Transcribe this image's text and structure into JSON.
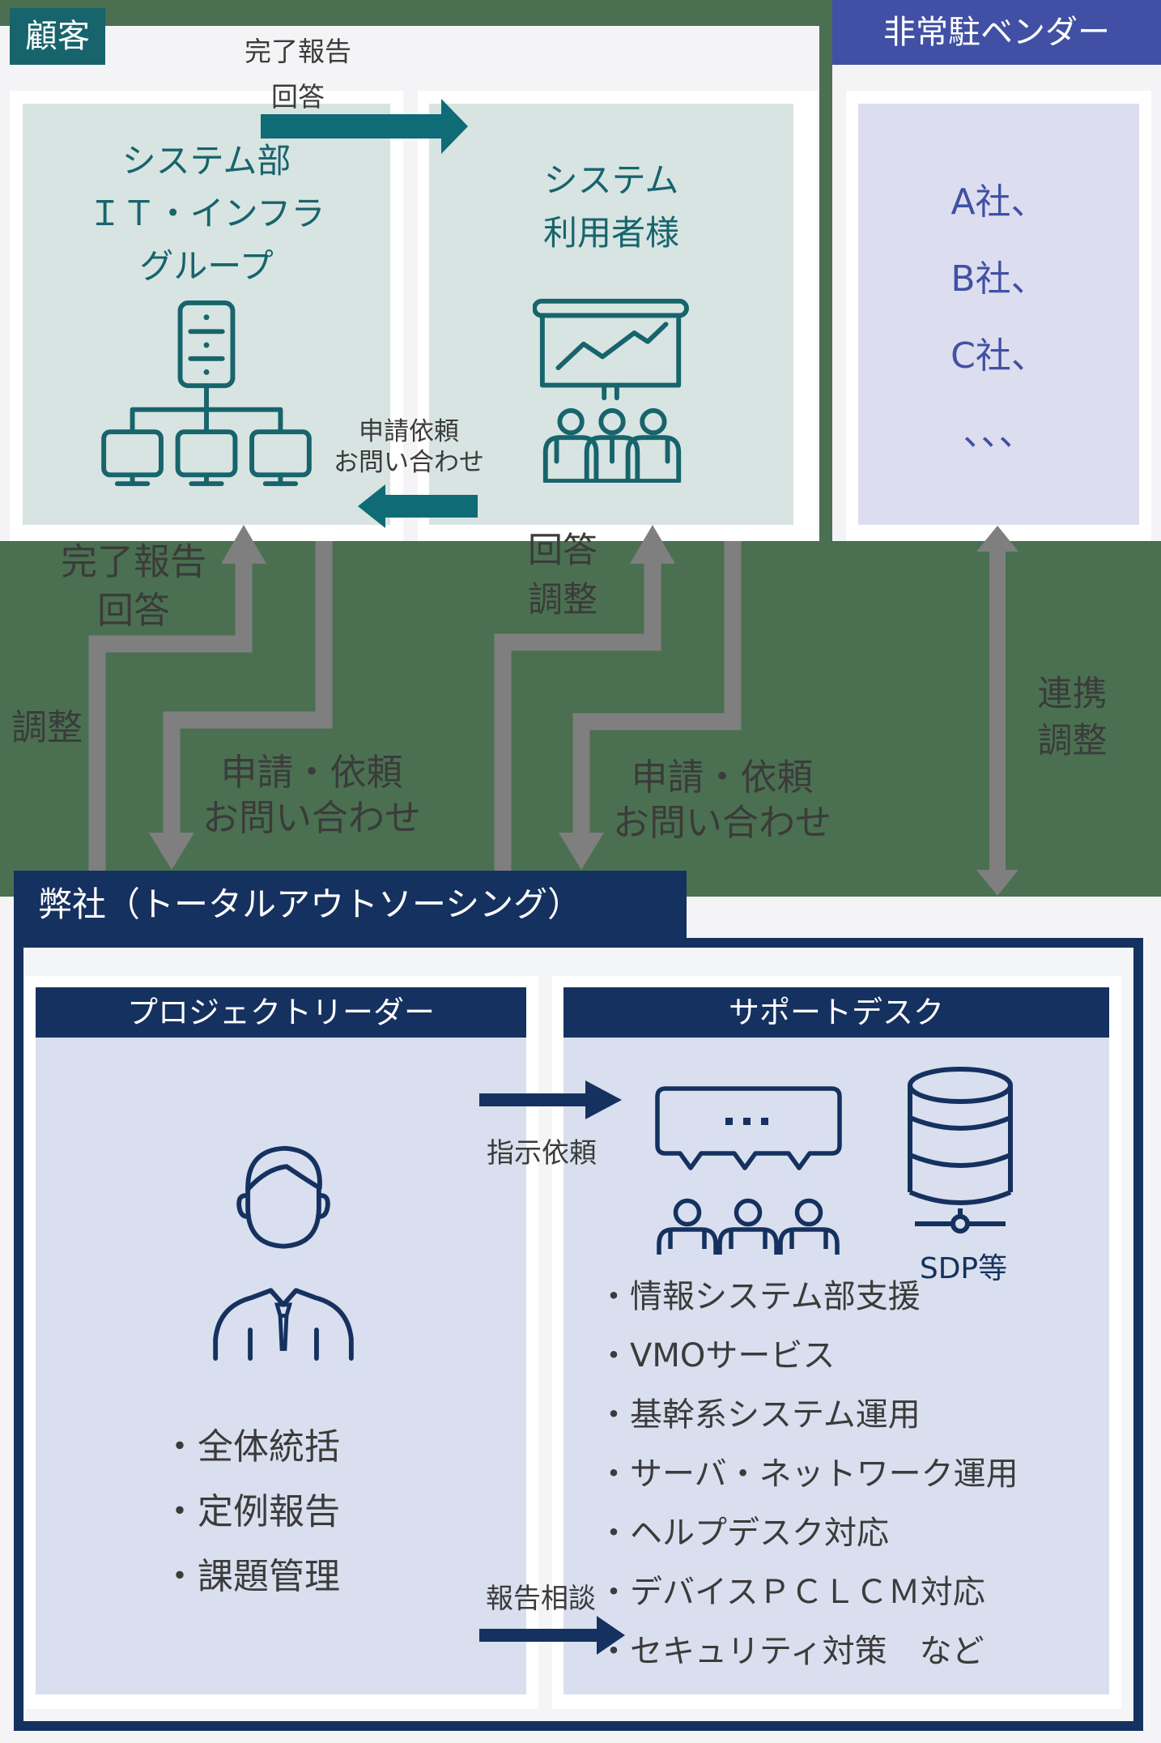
{
  "colors": {
    "background": "#f4f4f6",
    "green_band": "#4a7051",
    "teal_dark": "#18646d",
    "teal_fill": "#d7e4e2",
    "teal_arrow": "#0f6b75",
    "indigo": "#4150a4",
    "lavender_fill": "#dcdeef",
    "navy": "#15315f",
    "panel_fill": "#d9dfee",
    "gray_arrow": "#7f7f7f",
    "text_dark": "#3b3b3b"
  },
  "customer": {
    "label": "顧客",
    "system_dept": {
      "line1": "システム部",
      "line2": "ＩＴ・インフラ",
      "line3": "グループ"
    },
    "system_users": {
      "line1": "システム",
      "line2": "利用者様"
    },
    "report_arrow": {
      "line1": "完了報告",
      "line2": "回答"
    },
    "request_arrow": {
      "line1": "申請依頼",
      "line2": "お問い合わせ"
    }
  },
  "vendor": {
    "label": "非常駐ベンダー",
    "companies": [
      "A社、",
      "B社、",
      "C社、",
      "、、、"
    ]
  },
  "flows": {
    "left_up": {
      "line1": "完了報告",
      "line2": "回答"
    },
    "left_adjust": "調整",
    "left_down": {
      "line1": "申請・依頼",
      "line2": "お問い合わせ"
    },
    "right_up": {
      "line1": "回答",
      "line2": "調整"
    },
    "right_down": {
      "line1": "申請・依頼",
      "line2": "お問い合わせ"
    },
    "vendor_link": {
      "line1": "連携",
      "line2": "調整"
    }
  },
  "company": {
    "title": "弊社（トータルアウトソーシング）",
    "leader": {
      "header": "プロジェクトリーダー",
      "bullets": [
        "・全体統括",
        "・定例報告",
        "・課題管理"
      ]
    },
    "instruct_label": "指示依頼",
    "report_label": "報告相談",
    "desk": {
      "header": "サポートデスク",
      "sdp_label": "SDP等",
      "bullets": [
        "・情報システム部支援",
        "・VMOサービス",
        "・基幹系システム運用",
        "・サーバ・ネットワーク運用",
        "・ヘルプデスク対応",
        "・デバイスＰＣＬＣＭ対応",
        "・セキュリティ対策　など"
      ]
    }
  }
}
